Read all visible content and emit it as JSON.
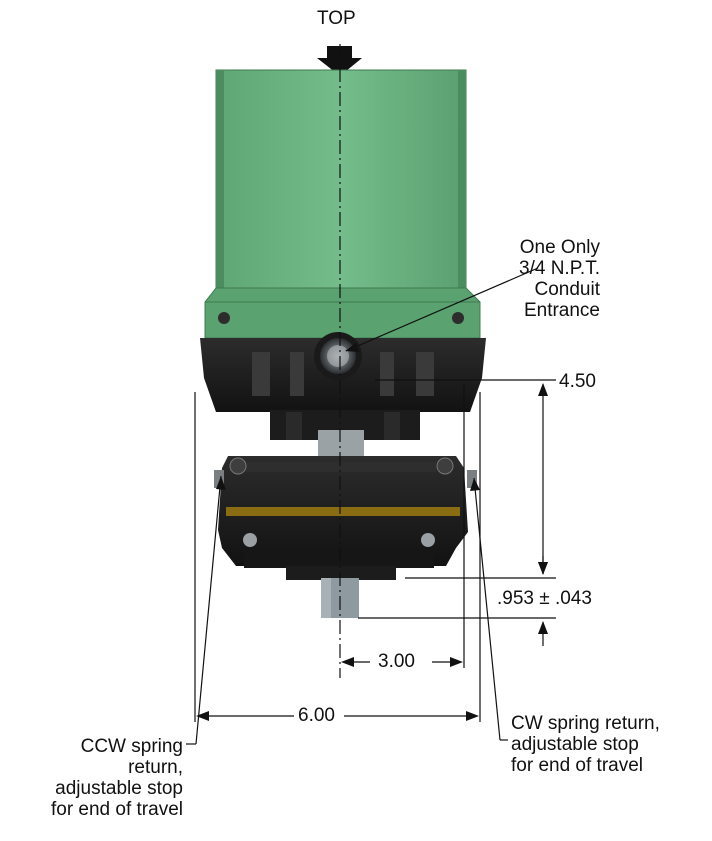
{
  "labels": {
    "top": "TOP",
    "conduit": [
      "One Only",
      "3/4 N.P.T.",
      "Conduit",
      "Entrance"
    ],
    "ccw": [
      "CCW spring",
      "return,",
      "adjustable stop",
      "for end of travel"
    ],
    "cw": [
      "CW spring return,",
      "adjustable stop",
      "for end of travel"
    ]
  },
  "dimensions": {
    "height": "4.50",
    "shaft_offset": ".953 ± .043",
    "half_width": "3.00",
    "full_width": "6.00"
  },
  "colors": {
    "housing_green": "#6fb685",
    "housing_green_dark": "#4f9466",
    "body_black": "#1e1e1e",
    "stripe": "#8a6d12",
    "shaft": "#8e9aa0",
    "line": "#111111"
  }
}
